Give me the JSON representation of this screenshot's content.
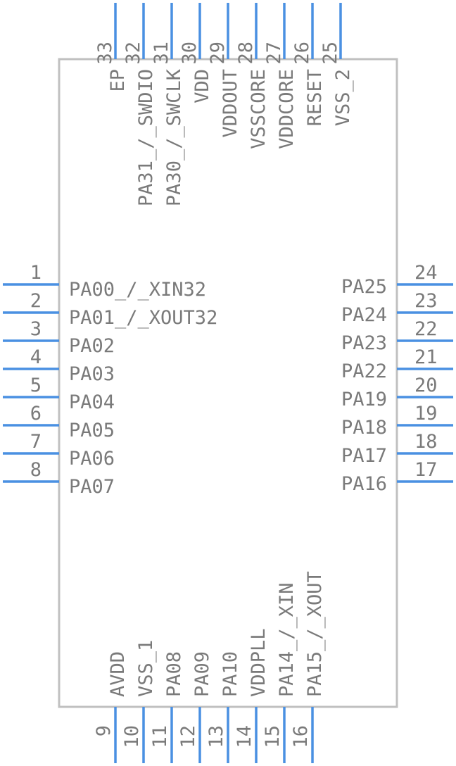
{
  "left_pins": [
    {
      "num": "1",
      "name": "PA00_/_XIN32"
    },
    {
      "num": "2",
      "name": "PA01_/_XOUT32"
    },
    {
      "num": "3",
      "name": "PA02"
    },
    {
      "num": "4",
      "name": "PA03"
    },
    {
      "num": "5",
      "name": "PA04"
    },
    {
      "num": "6",
      "name": "PA05"
    },
    {
      "num": "7",
      "name": "PA06"
    },
    {
      "num": "8",
      "name": "PA07"
    }
  ],
  "right_pins": [
    {
      "num": "24",
      "name": "PA25"
    },
    {
      "num": "23",
      "name": "PA24"
    },
    {
      "num": "22",
      "name": "PA23"
    },
    {
      "num": "21",
      "name": "PA22"
    },
    {
      "num": "20",
      "name": "PA19"
    },
    {
      "num": "19",
      "name": "PA18"
    },
    {
      "num": "18",
      "name": "PA17"
    },
    {
      "num": "17",
      "name": "PA16"
    }
  ],
  "bottom_pins": [
    {
      "num": "9",
      "name": "AVDD"
    },
    {
      "num": "10",
      "name": "VSS_1"
    },
    {
      "num": "11",
      "name": "PA08"
    },
    {
      "num": "12",
      "name": "PA09"
    },
    {
      "num": "13",
      "name": "PA10"
    },
    {
      "num": "14",
      "name": "VDDPLL"
    },
    {
      "num": "15",
      "name": "PA14_/_XIN"
    },
    {
      "num": "16",
      "name": "PA15_/_XOUT"
    }
  ],
  "top_pins": [
    {
      "num": "33",
      "name": "EP"
    },
    {
      "num": "32",
      "name": "PA31_/_SWDIO"
    },
    {
      "num": "31",
      "name": "PA30_/_SWCLK"
    },
    {
      "num": "30",
      "name": "VDD"
    },
    {
      "num": "29",
      "name": "VDDOUT"
    },
    {
      "num": "28",
      "name": "VSSCORE"
    },
    {
      "num": "27",
      "name": "VDDCORE"
    },
    {
      "num": "26",
      "name": "RESET"
    },
    {
      "num": "25",
      "name": "VSS_2"
    }
  ]
}
